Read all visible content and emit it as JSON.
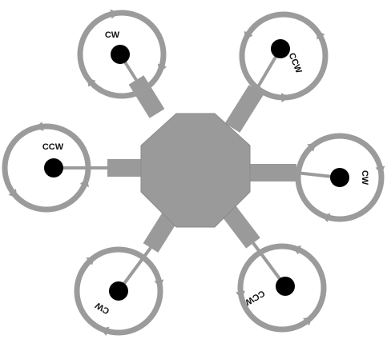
{
  "diagram": {
    "colors": {
      "body": "#9a9a9a",
      "body_edge": "#8a8a8a",
      "ring": "#9b9b9b",
      "hub": "#000000",
      "label": "#111111",
      "background": "#ffffff"
    },
    "rotors": [
      {
        "id": "top-left",
        "direction": "CW",
        "label": "CW"
      },
      {
        "id": "top-right",
        "direction": "CCW",
        "label": "CCW"
      },
      {
        "id": "left",
        "direction": "CCW",
        "label": "CCW"
      },
      {
        "id": "right",
        "direction": "CW",
        "label": "CW"
      },
      {
        "id": "bottom-left",
        "direction": "CW",
        "label": "CW"
      },
      {
        "id": "bottom-right",
        "direction": "CCW",
        "label": "CCW"
      }
    ]
  }
}
